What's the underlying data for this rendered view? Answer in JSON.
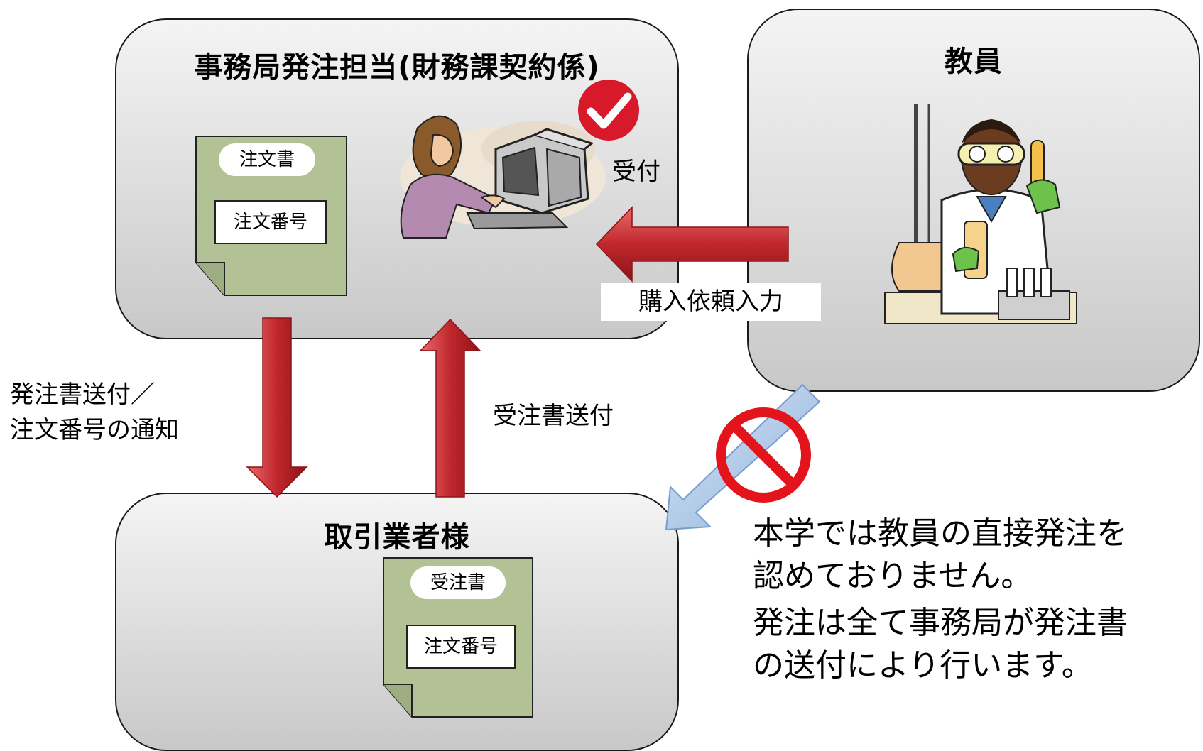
{
  "office": {
    "title": "事務局発注担当(財務課契約係)",
    "order_doc": {
      "title": "注文書",
      "number": "注文番号"
    },
    "receive_label": "受付"
  },
  "teacher": {
    "title": "教員"
  },
  "vendor": {
    "title": "取引業者様",
    "ack_doc": {
      "title": "受注書",
      "number": "注文番号"
    }
  },
  "flows": {
    "purchase_request": "購入依頼入力",
    "send_order_line1": "発注書送付／",
    "send_order_line2": "注文番号の通知",
    "send_acknowledgement": "受注書送付"
  },
  "policy_note": {
    "line1": "本学では教員の直接発注を",
    "line2": "認めておりません。",
    "line3": "発注は全て事務局が発注書",
    "line4": "の送付により行います。"
  },
  "icons": {
    "check": "check-mark-icon",
    "prohibited": "prohibited-icon",
    "clerk": "clerk-at-computer-icon",
    "scientist": "scientist-icon"
  },
  "colors": {
    "arrow_red": "#c0272d",
    "arrow_blue": "#9bbbe0",
    "document_green": "#b3c294",
    "prohibit_red": "#e3141c",
    "check_red": "#d7192a"
  }
}
